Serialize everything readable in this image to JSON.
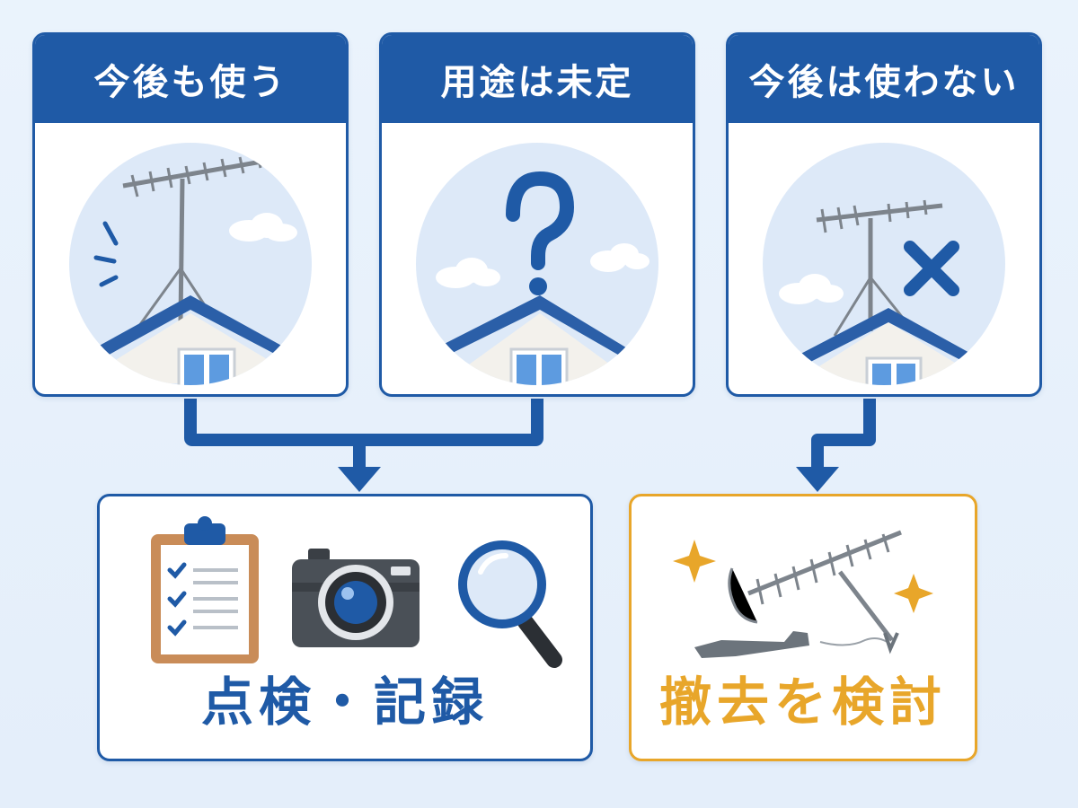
{
  "cards": [
    {
      "title": "今後も使う",
      "icon": "antenna-roof-signal-icon"
    },
    {
      "title": "用途は未定",
      "icon": "question-mark-roof-icon"
    },
    {
      "title": "今後は使わない",
      "icon": "antenna-roof-cross-icon"
    }
  ],
  "results": [
    {
      "label": "点検・記録",
      "icons": [
        "clipboard-checklist-icon",
        "camera-icon",
        "magnifier-icon"
      ]
    },
    {
      "label": "撤去を検討",
      "icons": [
        "removed-antenna-icon",
        "sparkle-icon"
      ]
    }
  ],
  "colors": {
    "primary_blue": "#1f5aa6",
    "accent_orange": "#e8a62a",
    "sky": "#dde9f8",
    "background": "#e8f1fb"
  }
}
